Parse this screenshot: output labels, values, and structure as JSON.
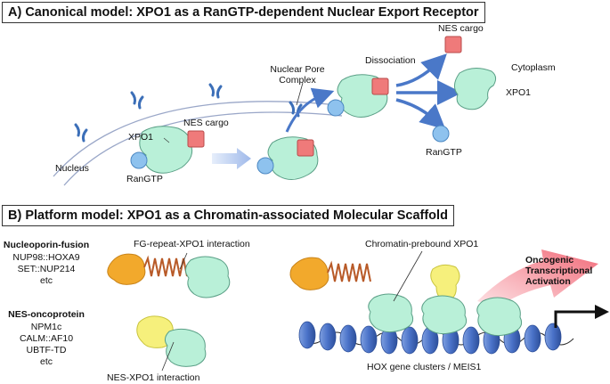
{
  "panel_a": {
    "title": "A) Canonical model: XPO1 as a RanGTP-dependent Nuclear Export Receptor",
    "labels": {
      "nes_cargo_top": "NES cargo",
      "dissociation": "Dissociation",
      "cytoplasm": "Cytoplasm",
      "npc_line1": "Nuclear Pore",
      "npc_line2": "Complex",
      "nes_cargo_mid": "NES cargo",
      "xpo1_left": "XPO1",
      "xpo1_right": "XPO1",
      "nucleus": "Nucleus",
      "rangtp_left": "RanGTP",
      "rangtp_right": "RanGTP"
    }
  },
  "panel_b": {
    "title": "B) Platform model: XPO1 as a Chromatin-associated Molecular Scaffold",
    "labels": {
      "fg_interaction": "FG-repeat-XPO1 interaction",
      "chromatin_prebound": "Chromatin-prebound XPO1",
      "oncogenic_1": "Oncogenic",
      "oncogenic_2": "Transcriptional",
      "oncogenic_3": "Activation",
      "nes_xpo1_interaction": "NES-XPO1 interaction",
      "hox_clusters": "HOX gene clusters / MEIS1"
    },
    "nucleoporin_fusion": {
      "heading": "Nucleoporin-fusion",
      "items": [
        "NUP98::HOXA9",
        "SET::NUP214",
        "etc"
      ]
    },
    "nes_oncoprotein": {
      "heading": "NES-oncoprotein",
      "items": [
        "NPM1c",
        "CALM::AF10",
        "UBTF-TD",
        "etc"
      ]
    }
  },
  "colors": {
    "xpo1_fill": "#b9f0d8",
    "xpo1_stroke": "#5a9f86",
    "cargo_fill": "#ef7a7a",
    "cargo_stroke": "#b84a4a",
    "rangtp_fill": "#8ec2ee",
    "rangtp_stroke": "#4b87c2",
    "arrow_blue": "#4a78c8",
    "pore_blue": "#3c6fb8",
    "fusion_orange": "#f2a92c",
    "fusion_coil": "#b85a28",
    "oncoprotein_yellow": "#f6f07c",
    "nucleosome_blue": "#4a72c8",
    "activation_pink": "#f47a86"
  }
}
